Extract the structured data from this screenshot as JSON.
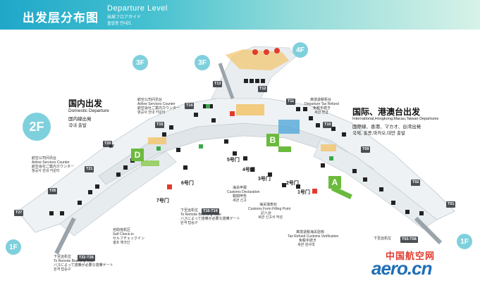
{
  "header": {
    "title_cn": "出发层分布图",
    "title_en": "Departure  Level",
    "title_jp": "出発フロアガイド",
    "title_kr": "출발층 안내도"
  },
  "floors": {
    "f2": "2F",
    "f3_left": "3F",
    "f3_center": "3F",
    "f4": "4F",
    "f1_left": "1F",
    "f1_right": "1F"
  },
  "zones": {
    "a": "A",
    "b": "B",
    "d": "D"
  },
  "domestic": {
    "cn": "国内出发",
    "en": "Domestic Departure",
    "jp": "国内線出発",
    "kr": "국내 출발"
  },
  "international": {
    "cn": "国际、港澳台出发",
    "en": "International,Hongkong,Macau,Taiwan Departures",
    "jp": "国際線、香港、マカオ、台湾出発",
    "kr": "국제, 홍콩,마카오,대만 출발"
  },
  "gates": {
    "t11": "T11",
    "t12": "T12",
    "t13": "T13",
    "t14": "T14",
    "t15": "T15",
    "t10": "T10",
    "t09": "T09",
    "t02": "T02",
    "t01": "T01",
    "t20": "T20",
    "t21": "T21",
    "t26": "T26",
    "t27": "T27",
    "t16_t19": "T16-T19",
    "t22_t26": "T22-T26",
    "t03_t08": "T03-T08"
  },
  "labels": {
    "airline_counter_top": [
      "航空公司问讯台",
      "Airline Services Counter",
      "航空会社ご案内カウンター",
      "항공사 안내 카운터"
    ],
    "airline_counter_left": [
      "航空公司问讯台",
      "Airline Services Counter",
      "航空会社ご案内カウンター",
      "항공사 안내 카운터"
    ],
    "departure_tax_refund": [
      "离境退税柜台",
      "Departure Tax Refund",
      "免税手続き",
      "세금 환급"
    ],
    "customs_declaration": [
      "海关申报",
      "Customs Declaration",
      "税関申告",
      "세관 신고"
    ],
    "customs_form": [
      "海关填表处",
      "Customs Form Filling Point",
      "記入台",
      "세관 신고서 작성"
    ],
    "tax_refund_verification": [
      "离境退税海关验核",
      "Tax Refund Customs Verification",
      "免税手続き",
      "세관 검사대"
    ],
    "self_checkin": [
      "自助值机区",
      "Self Check-in",
      "セルフチェックイン",
      "셀프 체크인"
    ],
    "remote_gate_mid": [
      "下至远机位",
      "To Remote Boarding Gate",
      "バスによって搭乗が必要な搭乗ゲート",
      "원격 탑승구"
    ],
    "remote_gate_left": [
      "下至远机位",
      "To Remote Boarding Gate",
      "バスによって搭乗が必要な搭乗ゲート",
      "원격 탑승구"
    ],
    "remote_gate_right": [
      "下至远机位"
    ]
  },
  "doors": {
    "d1": "1号门",
    "d2": "2号门",
    "d3": "3号门",
    "d4": "4号门",
    "d5": "5号门",
    "d6": "6号门",
    "d7": "7号门"
  },
  "watermark": {
    "cn": "中国航空网",
    "en": "aero.cn"
  },
  "colors": {
    "header_start": "#1fa7c9",
    "floor_bubble": "#7fd0dd",
    "zone_green": "#6cba3d",
    "zone_blue": "#2d83c6",
    "gate_bg": "#4a4f55",
    "floor_light": "#eef2f4",
    "shop_orange": "#f2c46a",
    "watermark_red": "#e23b2e",
    "watermark_blue": "#1f6fb6"
  }
}
